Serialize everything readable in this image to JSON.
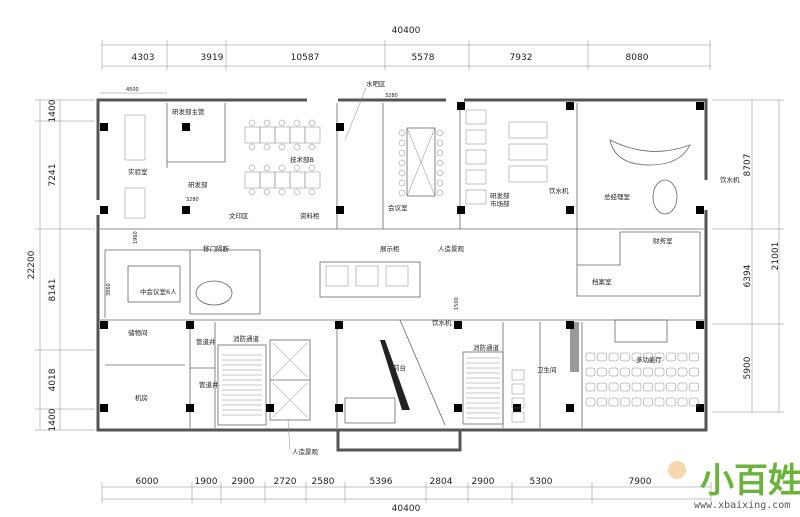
{
  "dimensions": {
    "top_total": "40400",
    "top_segments": [
      "4303",
      "3919",
      "10587",
      "5578",
      "7932",
      "8080"
    ],
    "bottom_total": "40400",
    "bottom_segments": [
      "6000",
      "1900",
      "2900",
      "2720",
      "2580",
      "5396",
      "2804",
      "2900",
      "5300",
      "7900"
    ],
    "left_total": "22200",
    "left_segments": [
      "1400",
      "7241",
      "8141",
      "4018",
      "1400"
    ],
    "right_total": "21001",
    "right_segments": [
      "8707",
      "6394",
      "5900"
    ],
    "inner": {
      "lab_width": "4500",
      "bar_width": "3280",
      "rd_width": "3280",
      "corridor_height": "1960",
      "meeting_height": "3860",
      "reception_height": "1500"
    }
  },
  "rooms": {
    "rd_manager": "研发部主管",
    "lab": "实验室",
    "rd": "研发部",
    "tech_b": "技术部B",
    "water_bar": "水吧区",
    "print_area": "文印区",
    "file_cabinet": "资料柜",
    "meeting_room": "会议室",
    "rd_market_1": "研发部",
    "rd_market_2": "市场部",
    "water_dispenser_1": "饮水机",
    "gm_office": "总经理室",
    "water_dispenser_2": "饮水机",
    "finance": "财务室",
    "archive": "档案室",
    "display_cabinet": "展示柜",
    "landscape_1": "人造景观",
    "sliding_partition": "移门隔断",
    "mid_meeting": "中会议室6人",
    "storage": "储物间",
    "server_room": "机房",
    "pipe_shaft_1": "管道井",
    "pipe_shaft_2": "管道井",
    "fire_exit_1": "消防通道",
    "reception": "前台",
    "water_dispenser_3": "饮水机",
    "fire_exit_2": "消防通道",
    "restroom": "卫生间",
    "multi_hall": "多功能厅",
    "landscape_2": "人造景观"
  },
  "watermark": {
    "brand": "小百姓",
    "url": "www.xbaixing.com"
  },
  "colors": {
    "wall": "#555555",
    "column": "#000000",
    "brand_green": "#6bb33a",
    "brand_orange": "#f29a38"
  }
}
